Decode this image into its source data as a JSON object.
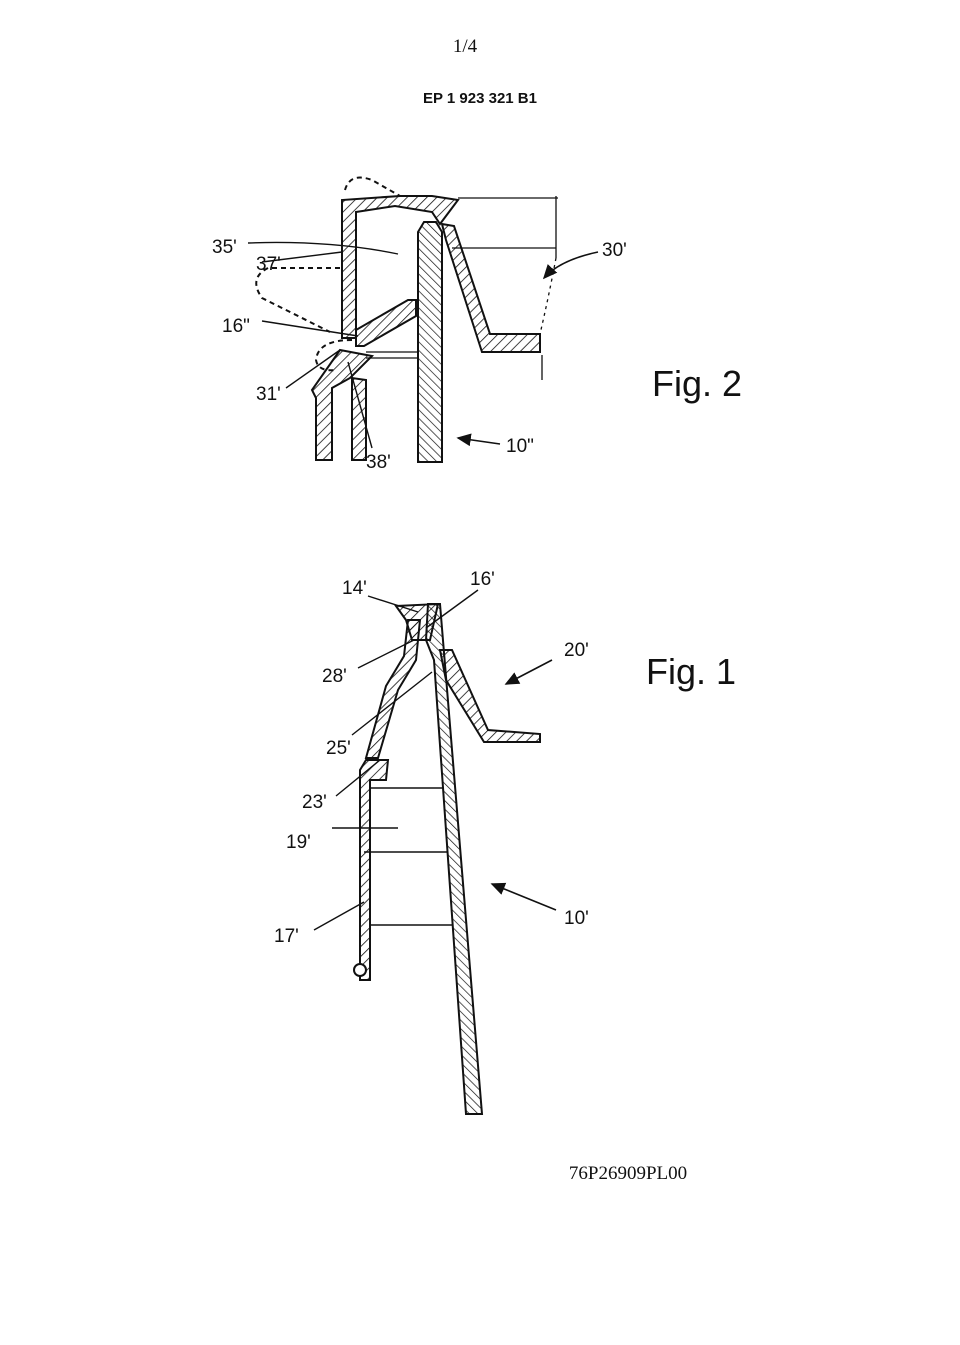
{
  "header": {
    "page_number": "1/4",
    "publication_number": "EP 1 923 321 B1"
  },
  "footer": {
    "document_code": "76P26909PL00"
  },
  "figure_2": {
    "title": "Fig. 2",
    "labels": {
      "l35": "35'",
      "l37": "37'",
      "l16": "16\"",
      "l31": "31'",
      "l38": "38'",
      "l10": "10\"",
      "l30": "30'"
    }
  },
  "figure_1": {
    "title": "Fig. 1",
    "labels": {
      "l14": "14'",
      "l16": "16'",
      "l28": "28'",
      "l20": "20'",
      "l25": "25'",
      "l23": "23'",
      "l19": "19'",
      "l17": "17'",
      "l10": "10'"
    }
  }
}
